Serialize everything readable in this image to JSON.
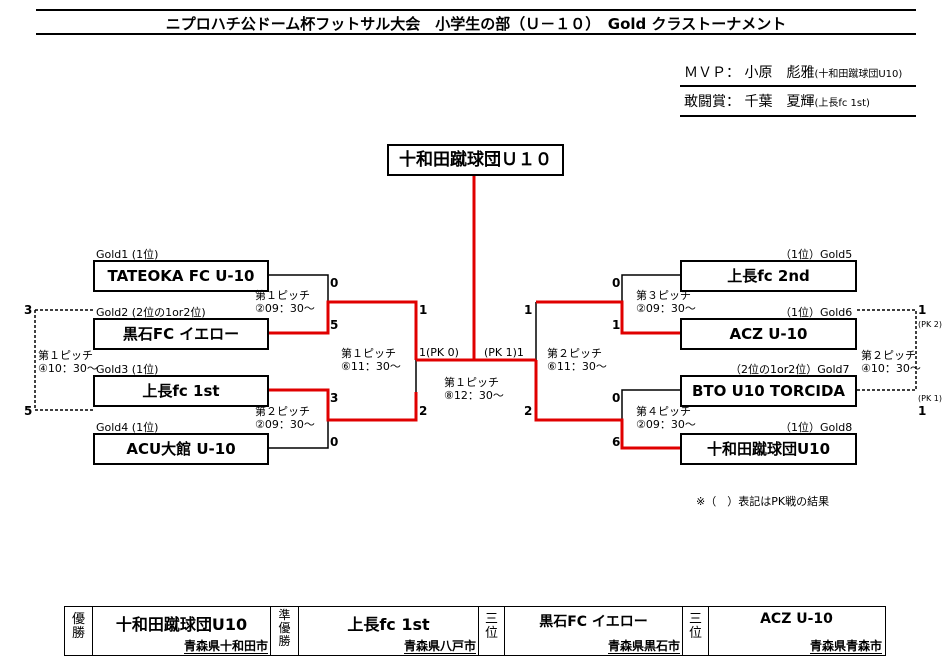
{
  "title": "ニプロハチ公ドーム杯フットサル大会　小学生の部（Ｕ－１０）　Gold クラストーナメント",
  "awards": {
    "mvp_label": "ＭＶＰ：",
    "mvp_name": "小原　彪雅",
    "mvp_team": "(十和田蹴球団U10)",
    "fight_label": "敢闘賞：",
    "fight_name": "千葉　夏輝",
    "fight_team": "(上長fc 1st)"
  },
  "champion": "十和田蹴球団Ｕ１０",
  "left": {
    "teams": [
      {
        "seed": "Gold1 (1位)",
        "name": "TATEOKA FC U-10"
      },
      {
        "seed": "Gold2 (2位の1or2位)",
        "name": "黒石FC イエロー"
      },
      {
        "seed": "Gold3 (1位)",
        "name": "上長fc 1st"
      },
      {
        "seed": "Gold4 (1位)",
        "name": "ACU大館 U-10"
      }
    ],
    "qf": {
      "pitch": "第１ピッチ",
      "time": "④10：30～",
      "scores": [
        "3",
        "5"
      ]
    },
    "r1a": {
      "pitch": "第１ピッチ",
      "time": "②09：30～",
      "scores": [
        "0",
        "5"
      ]
    },
    "r1b": {
      "pitch": "第２ピッチ",
      "time": "②09：30～",
      "scores": [
        "3",
        "0"
      ]
    },
    "sf": {
      "pitch": "第１ピッチ",
      "time": "⑥11：30～",
      "scores": [
        "1",
        "2"
      ]
    }
  },
  "right": {
    "teams": [
      {
        "seed": "（1位）Gold5",
        "name": "上長fc 2nd"
      },
      {
        "seed": "（1位）Gold6",
        "name": "ACZ U-10"
      },
      {
        "seed": "（2位の1or2位）Gold7",
        "name": "BTO U10 TORCIDA"
      },
      {
        "seed": "（1位）Gold8",
        "name": "十和田蹴球団U10"
      }
    ],
    "qf": {
      "pitch": "第２ピッチ",
      "time": "④10：30～",
      "scores": [
        "1",
        "1"
      ],
      "pk": [
        "(PK 2)",
        "(PK 1)"
      ]
    },
    "r1a": {
      "pitch": "第３ピッチ",
      "time": "②09：30～",
      "scores": [
        "0",
        "1"
      ]
    },
    "r1b": {
      "pitch": "第４ピッチ",
      "time": "②09：30～",
      "scores": [
        "0",
        "6"
      ]
    },
    "sf": {
      "pitch": "第２ピッチ",
      "time": "⑥11：30～",
      "scores": [
        "1",
        "2"
      ]
    }
  },
  "final": {
    "pitch": "第１ピッチ",
    "time": "⑧12：30～",
    "left_score": "1(PK 0)",
    "right_score": "(PK 1)1"
  },
  "footnote": "※（　）表記はPK戦の結果",
  "results": [
    {
      "rank": "優勝",
      "team": "十和田蹴球団U10",
      "pref": "青森県十和田市"
    },
    {
      "rank": "準優勝",
      "team": "上長fc 1st",
      "pref": "青森県八戸市"
    },
    {
      "rank": "三位",
      "team": "黒石FC イエロー",
      "pref": "青森県黒石市"
    },
    {
      "rank": "三位",
      "team": "ACZ U-10",
      "pref": "青森県青森市"
    }
  ]
}
